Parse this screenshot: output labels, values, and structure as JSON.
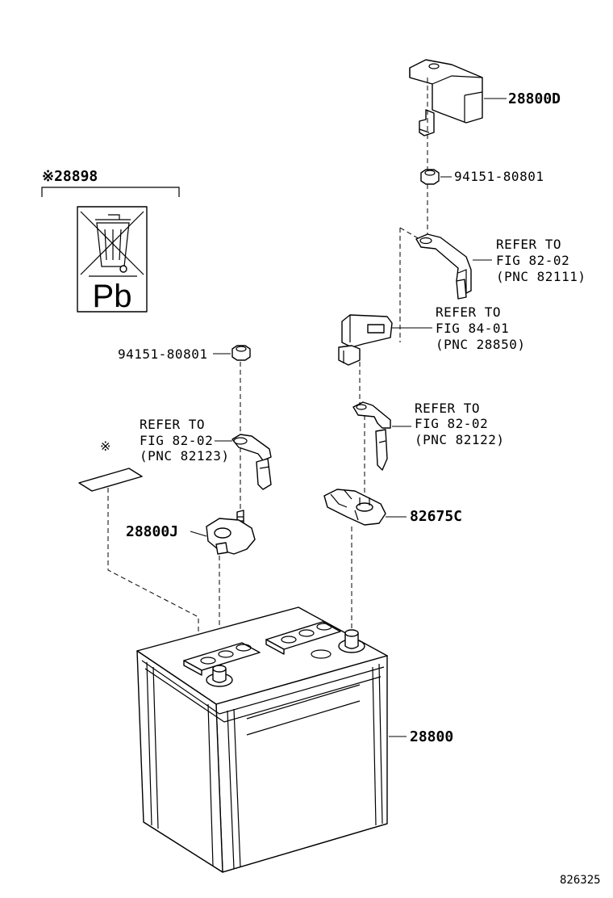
{
  "labels": {
    "top_cover": "28800D",
    "nut_upper": "94151-80801",
    "refer_82111_l1": "REFER TO",
    "refer_82111_l2": "FIG 82-02",
    "refer_82111_l3": "(PNC 82111)",
    "refer_28850_l1": "REFER TO",
    "refer_28850_l2": "FIG 84-01",
    "refer_28850_l3": "(PNC 28850)",
    "refer_82122_l1": "REFER TO",
    "refer_82122_l2": "FIG 82-02",
    "refer_82122_l3": "(PNC 82122)",
    "clamp_pos": "82675C",
    "nut_left": "94151-80801",
    "refer_82123_l1": "REFER TO",
    "refer_82123_l2": "FIG 82-02",
    "refer_82123_l3": "(PNC 82123)",
    "clamp_neg": "28800J",
    "battery": "28800",
    "recycle_label_part": "※28898",
    "recycle_symbol_text": "Pb",
    "sticker_mark": "※",
    "figure_number": "826325"
  }
}
